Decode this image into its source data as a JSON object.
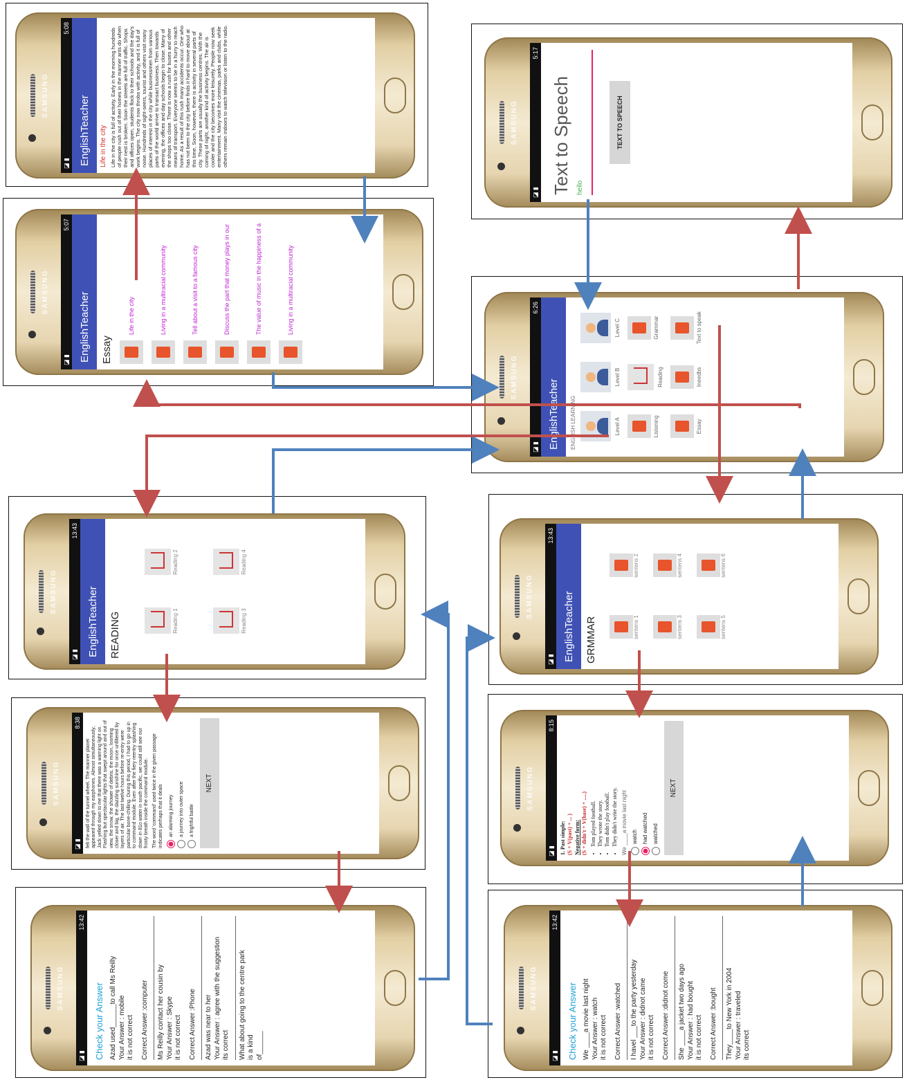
{
  "app": {
    "name": "EnglishTeacher",
    "brand": "SAMSUNG",
    "status_icons": "◪ ▮"
  },
  "colors": {
    "forward_arrow": "#c0504d",
    "back_arrow": "#4f81bd",
    "appbar": "#3f51b5",
    "accent": "#e91e63"
  },
  "screens": {
    "essay_text": {
      "time": "5:08",
      "title": "Life in the city",
      "body": "Life in the city is full of activity. Early in the morning hundreds of people rush out of their homes in the manner ants do when their nest is broken. Soon the streets are full of traffic. Shops and offices open, students flock to their schools and the day's work begins. The city now throbs with activity, and it is full of noise. Hundreds of sight-seers, tourist and others visit many places of interest in the city while businessmen from various parts of the world arrive to transact business. Then towards evening, the offices and day schools begin to close. Many of the shops too close. There is now a rush for buses and other means of transport. Everyone seems to be in a hurry to reach home. As a result of this rush many accidents occur. One who has not been to the city before finds it hard to move about at this time. Soon, however, there is activity in several parts of city. These parts are usually the business centres. With the coming of night, another kind of activity begins. The air is cooler and the city becomes more leisurely. People now seek entertainment. Many visit the cinemas, parks and clubs, while others remain indoors to watch television or listen to the radio."
    },
    "essay_list": {
      "time": "5:07",
      "heading": "Essay",
      "items": [
        "Life in the city",
        "Living in a multiracial community",
        "Tell about a visit to a famous city",
        "Discuss the part that money plays in our",
        "The value of music in the happiness of a",
        "Living in a multiracial community"
      ]
    },
    "tts": {
      "time": "5:17",
      "heading": "Text to Speech",
      "input_value": "hello",
      "button": "TEXT TO SPEECH"
    },
    "home": {
      "time": "6:26",
      "section": "ENGLISH LEARNING",
      "items": [
        "Level A",
        "Level B",
        "Level C",
        "Listening",
        "Reading",
        "Grammar",
        "Essay",
        "Ineedbs",
        "Text to speak"
      ]
    },
    "reading": {
      "time": "13:43",
      "heading": "READING",
      "items": [
        "Reading 1",
        "Reading 2",
        "Reading 3",
        "Reading 4"
      ]
    },
    "grammar": {
      "time": "13:43",
      "heading": "GRMMAR",
      "items": [
        "sentens 1",
        "sentens 2",
        "sentens 3",
        "sentens 4",
        "sentens 5",
        "sentens 6"
      ]
    },
    "reading_quiz": {
      "time": "8:38",
      "passage": "felt the wall of the tunnel wheel. The manner planet appeared through my earphones. Almost simultaneously, Jack yelled down to me that there was a warning light on. Flashing but spectacular lights that swept around and out of view, the snow, the shower of debris, the moon, looming closer and big, the dazzling sunshine for once unfiltered by layers of air. The last twelve hours before re-entry were particular bone-chilling. During this period, I had to go up in to command module. Even after the fiery reentry splashing down in 81o water in south pacific, we could still see our frosty breath inside the command module.",
      "question": "The word 'command' used twice in the given passage indicates perhaps that it deals",
      "options": [
        "an alarming journey",
        "a journey into outer space",
        "a frightful battle"
      ],
      "selected": 0,
      "next": "NEXT"
    },
    "grammar_quiz": {
      "time": "8:15",
      "rule_title": "1. Past simple:",
      "rule1": "(S + V(past) + ... )",
      "neg_title": "Negative form:",
      "rule2": "(S + didn't + V(base) + .....)",
      "examples": [
        "Tom played football.",
        "They wrote the story.",
        "Tom didn't play football.",
        "They didn't write the story."
      ],
      "question": "We ____a movie last night",
      "options": [
        "watch",
        "had watched",
        "watched"
      ],
      "selected": 1,
      "next": "NEXT"
    },
    "check_left": {
      "time": "13:42",
      "title": "Check your Answer",
      "blocks": [
        [
          "Azad used______to call Ms Reilly",
          "Your Answer : mobile",
          "it is not correct",
          "",
          "Correct Answer :computer"
        ],
        [
          "Ms Reilly contact her cousin by",
          "Your Answer : Skype",
          "it is not correct",
          "",
          "Correct Answer :Phone"
        ],
        [
          "Azad was near to her",
          "Your Answer : agree with the suggestion",
          "its correct"
        ],
        [
          "What about going to the centre park",
          "is a kind",
          "of______"
        ]
      ]
    },
    "check_right": {
      "time": "13:42",
      "title": "Check your Answer",
      "blocks": [
        [
          "We ____a movie last night",
          "Your Answer : watch",
          "it is not correct",
          "",
          "Correct Answer :watched"
        ],
        [
          "I havel ___to the party yesterday",
          "Your Answer : didnot came",
          "it is not correct",
          "",
          "Correct Answer :didnot come"
        ],
        [
          "She ____a jacket two days ago",
          "Your Answer : had bought",
          "it is not correct",
          "",
          "Correct Answer :bought"
        ],
        [
          "They____to New York in 2004",
          "Your Answer : traveled",
          "its correct"
        ]
      ]
    }
  }
}
